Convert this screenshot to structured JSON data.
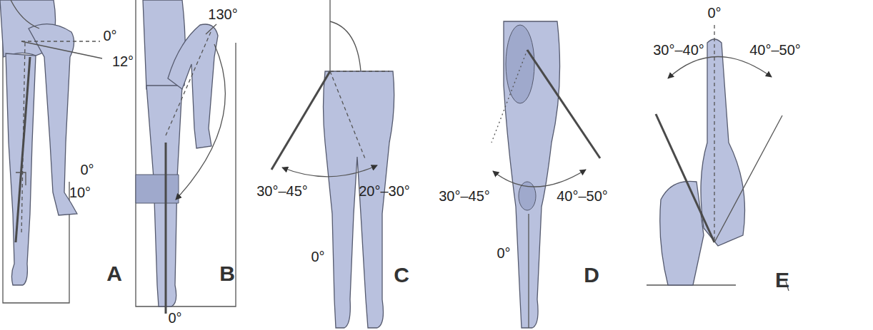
{
  "diagram": {
    "labels": [
      "0°",
      "12°",
      "0°",
      "10°",
      "A",
      "130°",
      "B",
      "0°",
      "30°–45°",
      "20°–30°",
      "0°",
      "C",
      "30°–45°",
      "40°–50°",
      "0°",
      "D",
      "0°",
      "30°–40°",
      "40°–50°",
      "E"
    ]
  }
}
